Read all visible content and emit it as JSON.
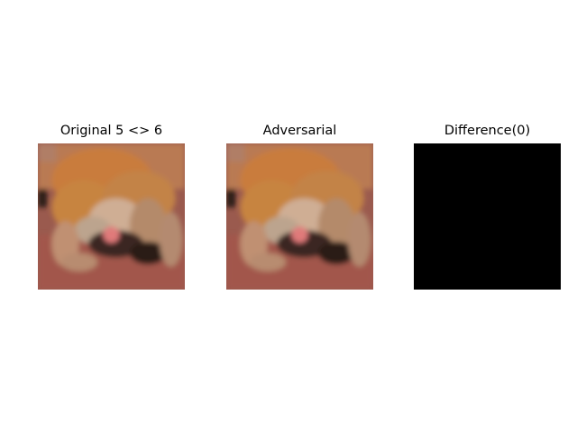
{
  "panels": [
    {
      "title": "Original 5 <> 6"
    },
    {
      "title": "Adversarial"
    },
    {
      "title": "Difference(0)"
    }
  ]
}
